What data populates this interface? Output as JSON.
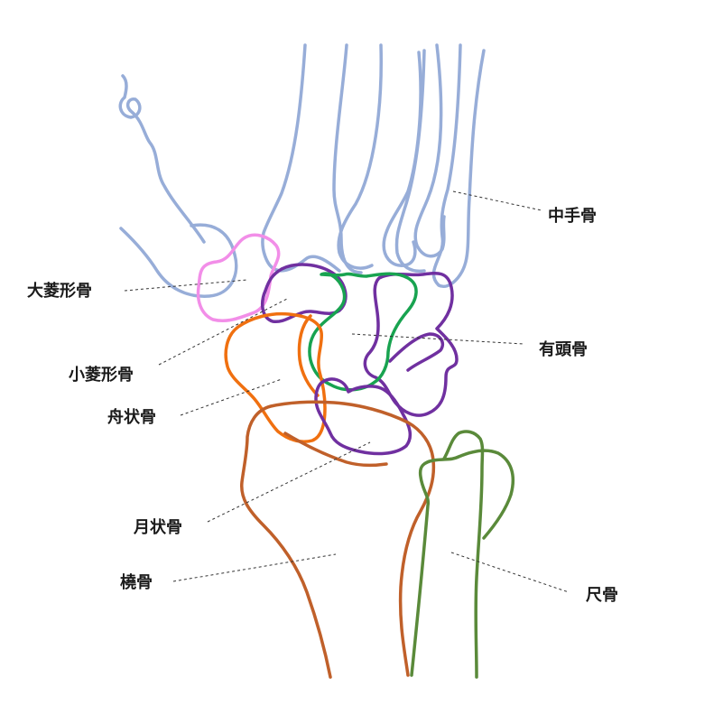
{
  "colors": {
    "metacarpal": "#97add8",
    "trapezium": "#f28ee8",
    "purple_carpals": "#7030a0",
    "capitate_green": "#18a350",
    "scaphoid_orange": "#f07010",
    "radius_brown": "#c0602a",
    "ulna_green": "#5a8a3a",
    "text": "#1a1a1a"
  },
  "labels": {
    "metacarpal": "中手骨",
    "trapezium": "大菱形骨",
    "capitate": "有頭骨",
    "trapezoid": "小菱形骨",
    "scaphoid": "舟状骨",
    "lunate": "月状骨",
    "radius": "橈骨",
    "ulna": "尺骨"
  }
}
